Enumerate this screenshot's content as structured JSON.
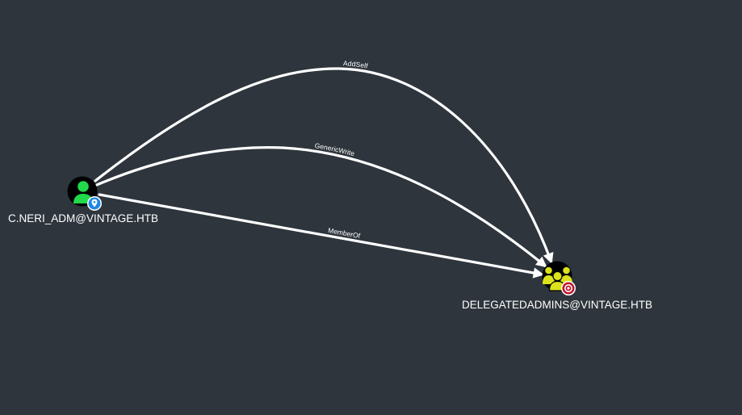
{
  "graph": {
    "nodes": [
      {
        "id": "source",
        "label": "C.NERI_ADM@VINTAGE.HTB",
        "kind": "user",
        "icon": "user-icon",
        "badge": "location-pin-icon",
        "icon_color": "#21d94a",
        "badge_color": "#1e88e5"
      },
      {
        "id": "target",
        "label": "DELEGATEDADMINS@VINTAGE.HTB",
        "kind": "group",
        "icon": "group-icon",
        "badge": "target-icon",
        "icon_color": "#dce21b",
        "badge_color": "#c0142b"
      }
    ],
    "edges": [
      {
        "id": "edge-addself",
        "label": "AddSelf",
        "from": "source",
        "to": "target"
      },
      {
        "id": "edge-genericwrite",
        "label": "GenericWrite",
        "from": "source",
        "to": "target"
      },
      {
        "id": "edge-memberof",
        "label": "MemberOf",
        "from": "source",
        "to": "target"
      }
    ]
  },
  "colors": {
    "background": "#2e353d",
    "edge": "#ffffff",
    "node_fill": "#000000"
  }
}
